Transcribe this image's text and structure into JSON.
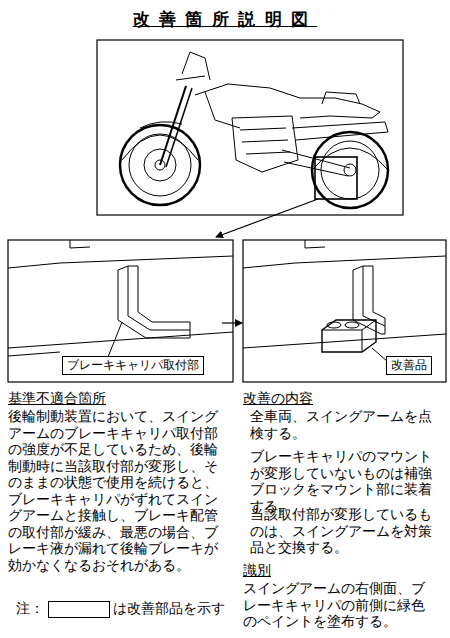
{
  "diagram": {
    "title": "改善箇所説明図",
    "nodes": [
      {
        "text": [
          "ブレーキキャリパ取付部"
        ]
      },
      {
        "text": [
          "改善品"
        ]
      }
    ],
    "labels": [
      "基準不適合箇所",
      "後輪制動装置において、スイングアームのブレーキキャリパ取付部の強度が不足しているため、後輪制動時に当該取付部が変形し、そのままの状態で使用を続けると、ブレーキキャリパがずれてスイングアームと接触し、ブレーキ配管の取付部が緩み、最悪の場合、ブレーキ液が漏れて後輪ブレーキが効かなくなるおそれがある。",
      "改善の内容",
      "全車両、スイングアームを点検する。",
      "ブレーキキャリパのマウントが変形していないものは補強ブロックをマウント部に装着する。",
      "当該取付部が変形しているものは、スイングアームを対策品と交換する。",
      "識別",
      "スイングアームの右側面、ブレーキキャリパの前側に緑色のペイントを塗布する。",
      "注："
    ],
    "legend": [
      {
        "text": "は改善部品を示す"
      }
    ]
  }
}
